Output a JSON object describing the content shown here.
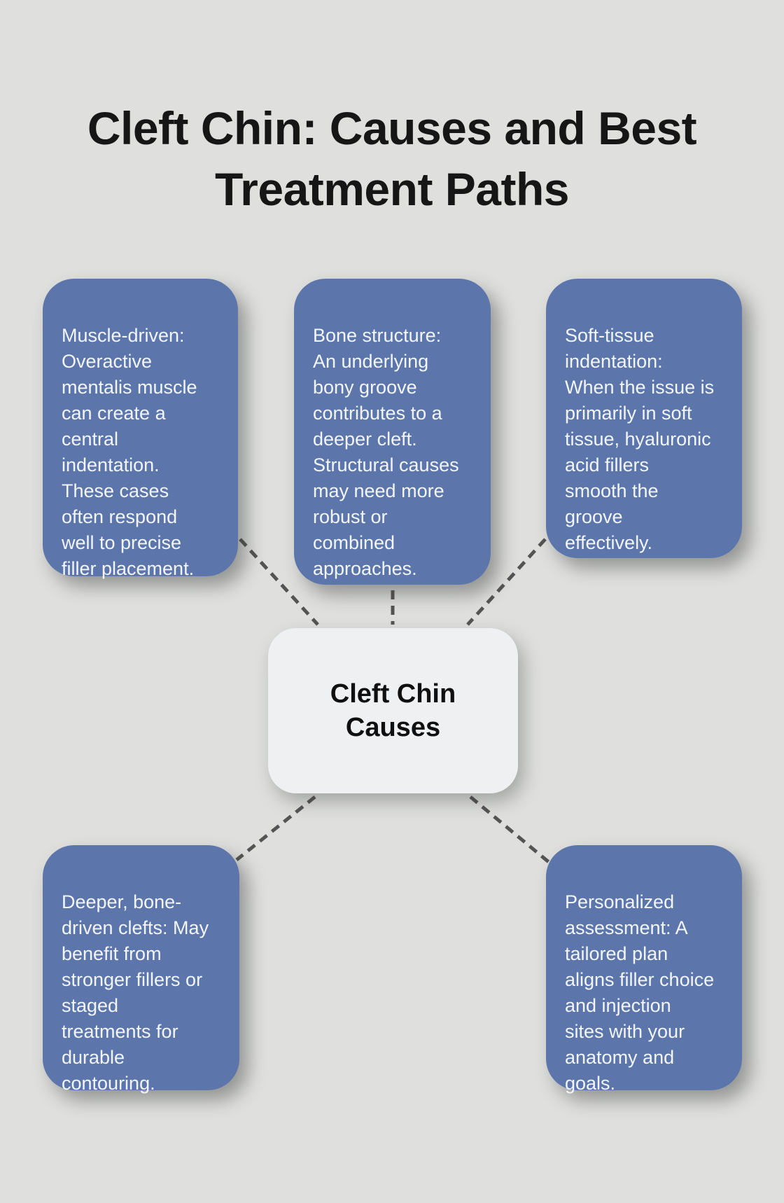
{
  "title": "Cleft Chin: Causes and Best\nTreatment Paths",
  "center": {
    "label": "Cleft Chin\nCauses"
  },
  "nodes": [
    {
      "id": "muscle-driven",
      "text": "Muscle-driven:\nOveractive\nmentalis muscle\ncan create a\ncentral\nindentation.\nThese cases\noften respond\nwell to precise\nfiller placement."
    },
    {
      "id": "bone-structure",
      "text": "Bone structure:\nAn underlying\nbony groove\ncontributes to a\ndeeper cleft.\nStructural causes\nmay need more\nrobust or\ncombined\napproaches."
    },
    {
      "id": "soft-tissue-indentation",
      "text": "Soft-tissue\nindentation:\nWhen the issue is\nprimarily in soft\ntissue, hyaluronic\nacid fillers\nsmooth the\ngroove\neffectively."
    },
    {
      "id": "deeper-bone-driven-clefts",
      "text": "Deeper, bone-\ndriven clefts: May\nbenefit from\nstronger fillers or\nstaged\ntreatments for\ndurable\ncontouring."
    },
    {
      "id": "personalized-assessment",
      "text": "Personalized\nassessment: A\ntailored plan\naligns filler choice\nand injection\nsites with your\nanatomy and\ngoals."
    }
  ],
  "colors": {
    "bg": "#dfe0de",
    "blue": "#5c76ab",
    "nodeText": "#f2f5fa",
    "centerBg": "#eef0f2",
    "centerText": "#101010",
    "titleText": "#161616",
    "line": "#545454"
  }
}
